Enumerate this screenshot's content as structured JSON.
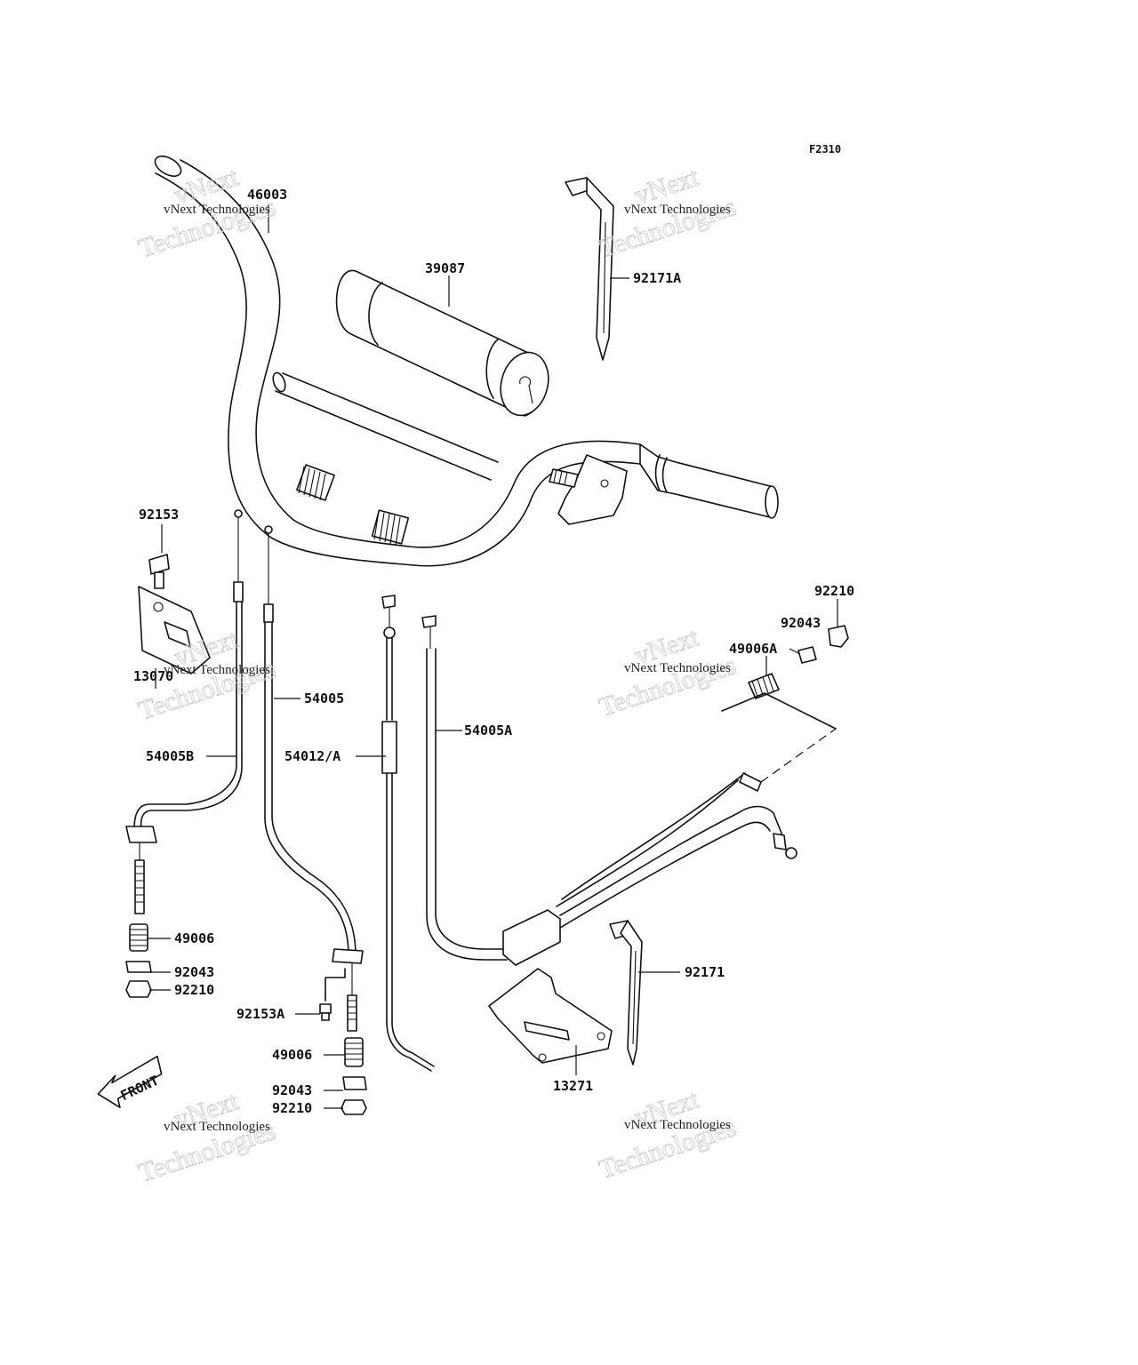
{
  "figure_code": "F2310",
  "front_label": "FRONT",
  "watermark": {
    "line1": "vNext",
    "line2": "Technologies",
    "small": "vNext Technologies"
  },
  "parts": {
    "handlebar_46003": "46003",
    "pad_39087": "39087",
    "band_92171A": "92171A",
    "bolt_92153": "92153",
    "bracket_13070": "13070",
    "cable_54005": "54005",
    "cable_54005B": "54005B",
    "cable_54012A": "54012/A",
    "cable_54005A": "54005A",
    "nut_92210_top": "92210",
    "collar_92043_top": "92043",
    "adjuster_49006A": "49006A",
    "adjuster_49006_left": "49006",
    "collar_92043_left": "92043",
    "nut_92210_left": "92210",
    "bolt_92153A": "92153A",
    "adjuster_49006_mid": "49006",
    "collar_92043_mid": "92043",
    "nut_92210_mid": "92210",
    "band_92171": "92171",
    "bracket_13271": "13271"
  }
}
